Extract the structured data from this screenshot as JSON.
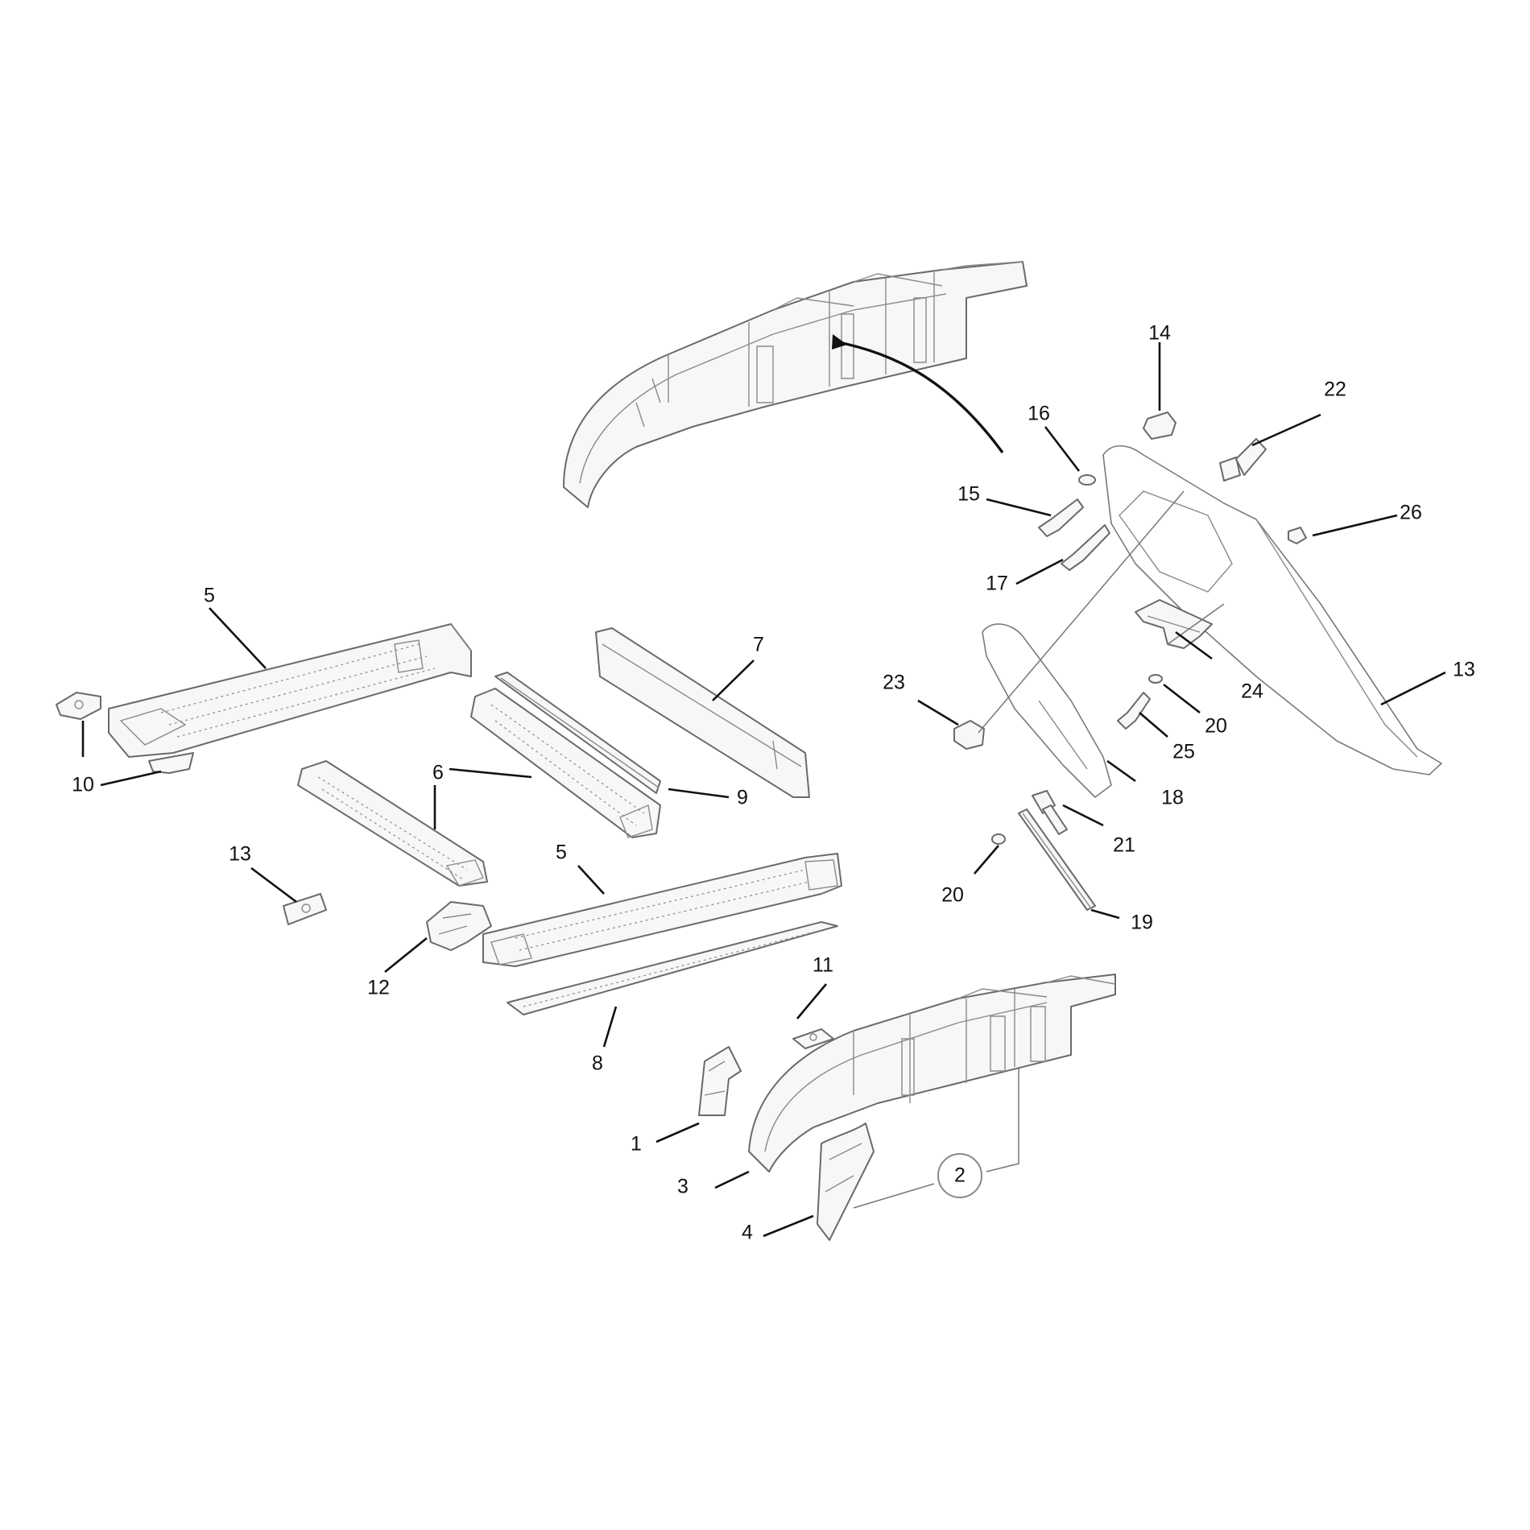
{
  "labels": {
    "l1": "1",
    "l2": "2",
    "l3": "3",
    "l4": "4",
    "l5a": "5",
    "l5b": "5",
    "l6": "6",
    "l7": "7",
    "l8": "8",
    "l9": "9",
    "l10": "10",
    "l11": "11",
    "l12": "12",
    "l13a": "13",
    "l13b": "13",
    "l14": "14",
    "l15": "15",
    "l16": "16",
    "l17": "17",
    "l18": "18",
    "l19": "19",
    "l20a": "20",
    "l20b": "20",
    "l21": "21",
    "l22": "22",
    "l23": "23",
    "l24": "24",
    "l25": "25",
    "l26": "26"
  }
}
